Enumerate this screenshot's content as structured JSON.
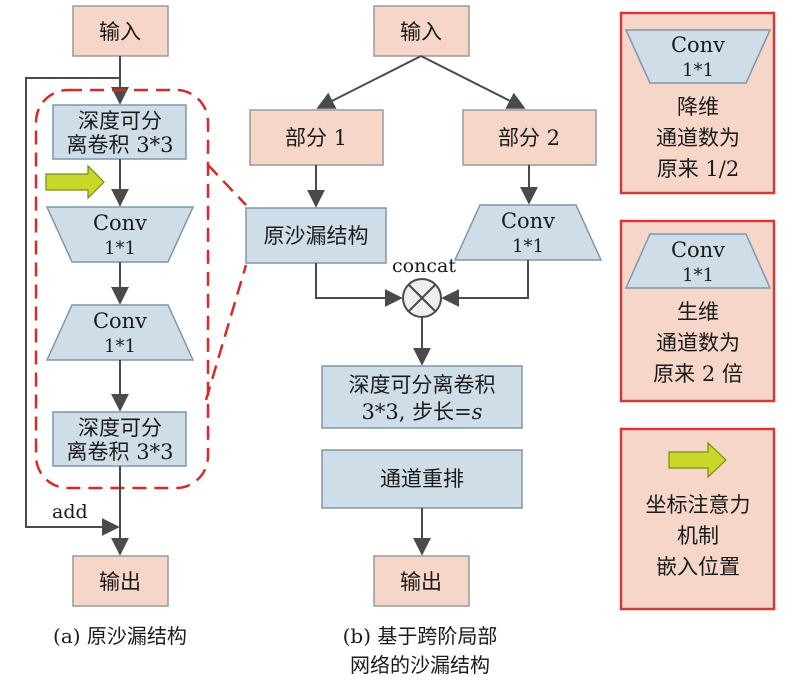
{
  "colors": {
    "io_fill": "#f6d6c8",
    "io_stroke": "#9a9a9a",
    "blue_fill": "#cfdde8",
    "blue_stroke": "#7f97aa",
    "arrow": "#4a4a4a",
    "dashed": "#d42a2a",
    "legend_border": "#d43a3a",
    "legend_fill": "#f6d6c8",
    "attention_arrow": "#c8d82a"
  },
  "diagram_a": {
    "input": "输入",
    "dw_top_l1": "深度可分",
    "dw_top_l2": "离卷积 3*3",
    "conv_down_l1": "Conv",
    "conv_down_l2": "1*1",
    "conv_up_l1": "Conv",
    "conv_up_l2": "1*1",
    "dw_bot_l1": "深度可分",
    "dw_bot_l2": "离卷积 3*3",
    "add_label": "add",
    "output": "输出",
    "caption": "(a) 原沙漏结构"
  },
  "diagram_b": {
    "input": "输入",
    "part1": "部分 1",
    "part2": "部分 2",
    "orig_hourglass": "原沙漏结构",
    "conv_l1": "Conv",
    "conv_l2": "1*1",
    "concat_label": "concat",
    "dw_l1": "深度可分离卷积",
    "dw_l2_prefix": "3*3, 步长=",
    "dw_l2_var": "s",
    "shuffle": "通道重排",
    "output": "输出",
    "caption_l1": "(b) 基于跨阶局部",
    "caption_l2": "网络的沙漏结构"
  },
  "legend": {
    "item1": {
      "conv_l1": "Conv",
      "conv_l2": "1*1",
      "desc_l1": "降维",
      "desc_l2": "通道数为",
      "desc_l3": "原来 1/2"
    },
    "item2": {
      "conv_l1": "Conv",
      "conv_l2": "1*1",
      "desc_l1": "生维",
      "desc_l2": "通道数为",
      "desc_l3": "原来 2 倍"
    },
    "item3": {
      "icon": "arrow-right-icon",
      "desc_l1": "坐标注意力",
      "desc_l2": "机制",
      "desc_l3": "嵌入位置"
    }
  }
}
